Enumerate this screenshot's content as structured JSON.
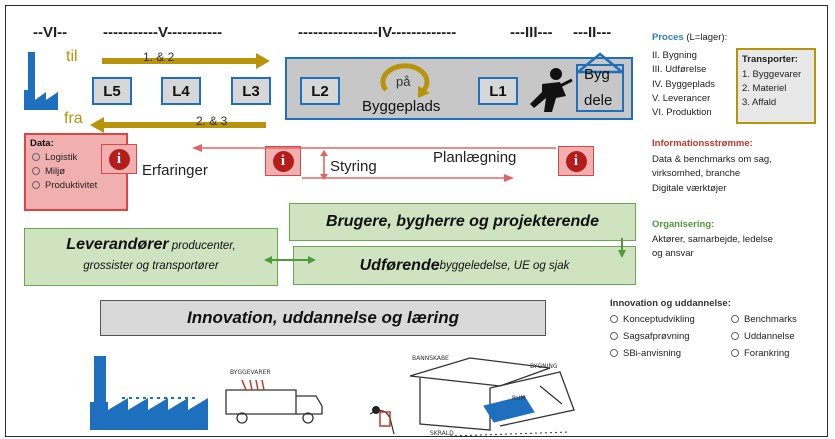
{
  "stages": {
    "vi": "--VI--",
    "v": "-----------V-----------",
    "iv": "----------------IV-------------",
    "iii": "---III---",
    "ii": "---II---"
  },
  "flow": {
    "til": "til",
    "fra": "fra",
    "forward": "1. & 2",
    "return": "2. & 3"
  },
  "boxes": {
    "l5": "L5",
    "l4": "L4",
    "l3": "L3",
    "l2": "L2",
    "l1": "L1",
    "byg": "Byg",
    "dele": "dele"
  },
  "site": {
    "paa": "på",
    "label": "Byggeplads"
  },
  "data_box": {
    "title": "Data:",
    "items": [
      "Logistik",
      "Miljø",
      "Produktivitet"
    ]
  },
  "info": {
    "erfaringer": "Erfaringer",
    "styring": "Styring",
    "planlaegning": "Planlægning",
    "icon": "i"
  },
  "green": {
    "brugere": "Brugere, bygherre og projekterende",
    "lev_main": "Leverandører",
    "lev_rest1": " producenter,",
    "lev_line2": "grossister og transportører",
    "udf_main": "Udførende",
    "udf_rest": " byggeledelse, UE og sjak"
  },
  "innovation_box": "Innovation, uddannelse og læring",
  "proces": {
    "title": "Proces",
    "title_note": " (L=lager):",
    "items": [
      "II. Bygning",
      "III. Udførelse",
      "IV. Byggeplads",
      "V.  Leverancer",
      "VI. Produktion"
    ]
  },
  "transporter": {
    "title": "Transporter:",
    "items": [
      "1.  Byggevarer",
      "2.  Materiel",
      "3.  Affald"
    ]
  },
  "informationsstromme": {
    "title": "Informationsstrømme:",
    "lines": [
      "Data & benchmarks om sag,",
      "virksomhed, branche",
      "Digitale værktøjer"
    ]
  },
  "organisering": {
    "title": "Organisering:",
    "lines": [
      "Aktører, samarbejde, ledelse",
      "og ansvar"
    ]
  },
  "innovation_list": {
    "title": "Innovation og uddannelse:",
    "col1": [
      "Konceptudvikling",
      "Sagsafprøvning",
      "SBi-anvisning"
    ],
    "col2": [
      "Benchmarks",
      "Uddannelse",
      "Forankring"
    ]
  },
  "sketch": {
    "byggevarer": "BYGGEVARER",
    "bannskabe": "BANNSKABE",
    "bygning": "BYGNING",
    "rum": "RUM",
    "bottom": "SKRALD"
  },
  "colors": {
    "arrow_gold": "#b8940a",
    "site_blue": "#1f6fbf",
    "info_red": "#c62828",
    "green_fill": "#cfe3c0"
  }
}
